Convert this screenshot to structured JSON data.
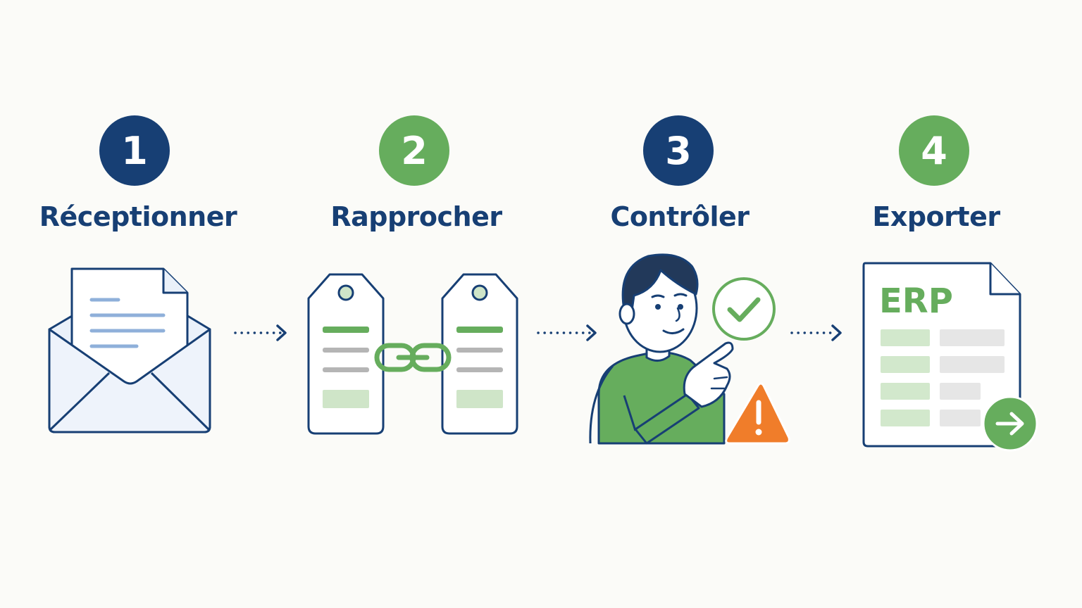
{
  "steps": [
    {
      "number": "1",
      "label": "Réceptionner",
      "badge_color": "#173f74"
    },
    {
      "number": "2",
      "label": "Rapprocher",
      "badge_color": "#66ad5d"
    },
    {
      "number": "3",
      "label": "Contrôler",
      "badge_color": "#173f74"
    },
    {
      "number": "4",
      "label": "Exporter",
      "badge_color": "#66ad5d"
    }
  ],
  "export_doc": {
    "title": "ERP"
  },
  "colors": {
    "navy": "#173f74",
    "green": "#66ad5d",
    "light_green": "#cfe5c8",
    "warning_orange": "#f07d2a",
    "background": "#fbfbf8"
  },
  "icons": [
    "envelope-icon",
    "tag-icon",
    "chain-link-icon",
    "person-icon",
    "check-circle-icon",
    "warning-icon",
    "document-icon",
    "arrow-right-icon"
  ]
}
